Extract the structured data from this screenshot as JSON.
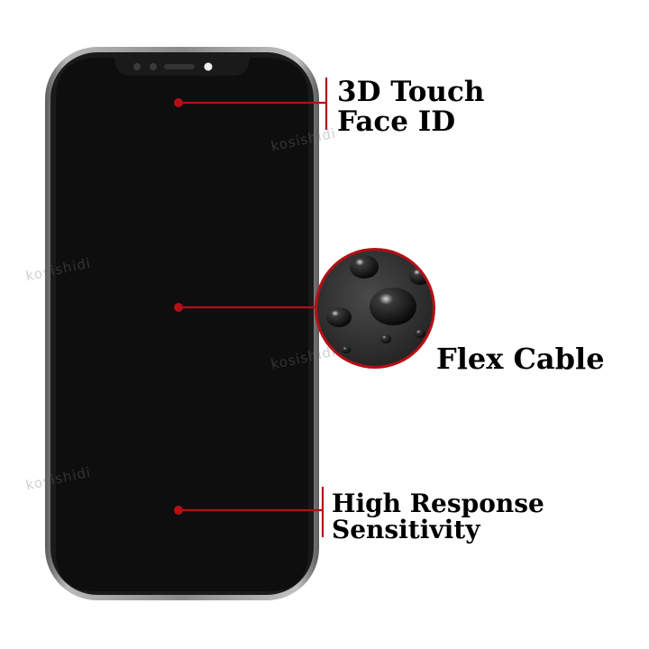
{
  "features": {
    "touch_line1": "3D Touch",
    "touch_line2": "Face ID",
    "flex_label": "Flex Cable",
    "response_line1": "High Response",
    "response_line2": "Sensitivity"
  },
  "watermark": {
    "text": "kosishidi"
  },
  "colors": {
    "accent": "#b40f16",
    "screen": "#0e0e0e",
    "frame": "#6f6f6f"
  }
}
